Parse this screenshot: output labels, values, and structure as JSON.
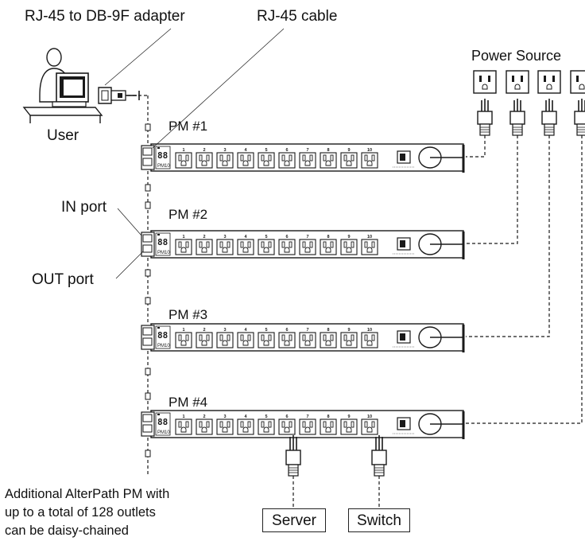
{
  "labels": {
    "adapter": "RJ-45 to DB-9F adapter",
    "cable": "RJ-45 cable",
    "user": "User",
    "power_source": "Power Source",
    "in_port": "IN port",
    "out_port": "OUT port",
    "daisy_chain_note_1": "Additional AlterPath PM with",
    "daisy_chain_note_2": "up to a total of 128 outlets",
    "daisy_chain_note_3": "can be daisy-chained"
  },
  "units": [
    {
      "name": "PM #1",
      "brand": "PM10"
    },
    {
      "name": "PM #2",
      "brand": "PM10"
    },
    {
      "name": "PM #3",
      "brand": "PM10"
    },
    {
      "name": "PM #4",
      "brand": "PM10"
    }
  ],
  "devices": [
    {
      "label": "Server"
    },
    {
      "label": "Switch"
    }
  ],
  "outlet_numbers": [
    "1",
    "2",
    "3",
    "4",
    "5",
    "6",
    "7",
    "8",
    "9",
    "10"
  ],
  "display_digits": "88",
  "colors": {
    "line": "#1a1a1a",
    "background": "#ffffff",
    "strip": "#ffffff"
  }
}
